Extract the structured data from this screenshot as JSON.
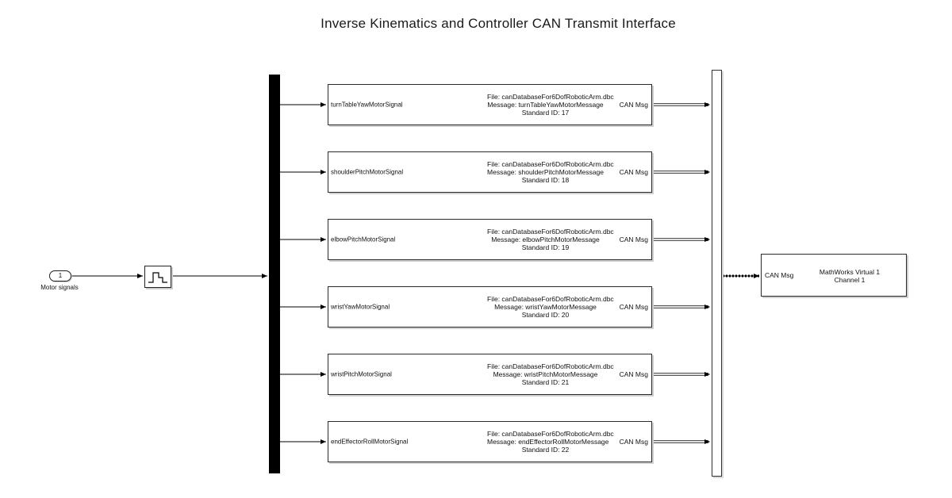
{
  "title": "Inverse Kinematics and Controller CAN Transmit Interface",
  "inport": {
    "number": "1",
    "label": "Motor signals"
  },
  "rate_transition": {
    "icon": "zero-order-hold-icon"
  },
  "can_pack_blocks": [
    {
      "input": "turnTableYawMotorSignal",
      "file": "File: canDatabaseFor6DofRoboticArm.dbc",
      "message": "Message: turnTableYawMotorMessage",
      "std_id": "Standard ID: 17",
      "output": "CAN Msg"
    },
    {
      "input": "shoulderPitchMotorSignal",
      "file": "File: canDatabaseFor6DofRoboticArm.dbc",
      "message": "Message: shoulderPitchMotorMessage",
      "std_id": "Standard ID: 18",
      "output": "CAN Msg"
    },
    {
      "input": "elbowPitchMotorSignal",
      "file": "File: canDatabaseFor6DofRoboticArm.dbc",
      "message": "Message: elbowPitchMotorMessage",
      "std_id": "Standard ID: 19",
      "output": "CAN Msg"
    },
    {
      "input": "wristYawMotorSignal",
      "file": "File: canDatabaseFor6DofRoboticArm.dbc",
      "message": "Message: wristYawMotorMessage",
      "std_id": "Standard ID: 20",
      "output": "CAN Msg"
    },
    {
      "input": "wristPitchMotorSignal",
      "file": "File: canDatabaseFor6DofRoboticArm.dbc",
      "message": "Message: wristPitchMotorMessage",
      "std_id": "Standard ID: 21",
      "output": "CAN Msg"
    },
    {
      "input": "endEffectorRollMotorSignal",
      "file": "File: canDatabaseFor6DofRoboticArm.dbc",
      "message": "Message: endEffectorRollMotorMessage",
      "std_id": "Standard ID: 22",
      "output": "CAN Msg"
    }
  ],
  "can_transmit": {
    "input": "CAN Msg",
    "line1": "MathWorks Virtual 1",
    "line2": "Channel 1"
  },
  "colors": {
    "signal_line": "#000000",
    "bus_line": "#555555",
    "block_border": "#2a2a2a"
  }
}
